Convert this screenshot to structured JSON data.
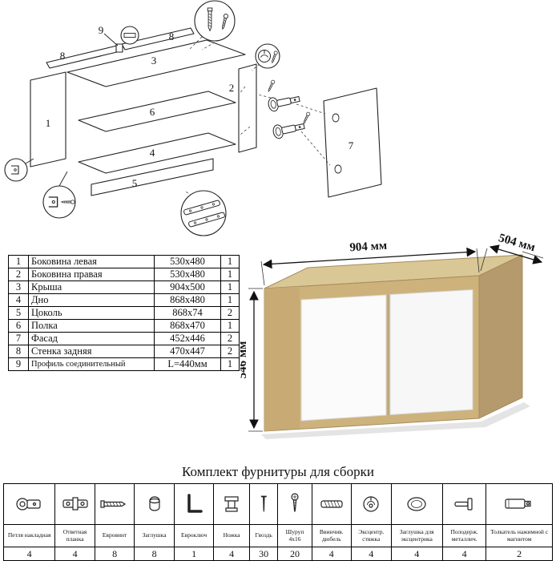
{
  "diagram": {
    "labels": {
      "p1": "1",
      "p2": "2",
      "p3": "3",
      "p4": "4",
      "p5": "5",
      "p6": "6",
      "p7": "7",
      "p8a": "8",
      "p8b": "8",
      "p9": "9"
    }
  },
  "parts_table": {
    "rows": [
      {
        "num": "1",
        "name": "Боковина левая",
        "size": "530x480",
        "qty": "1"
      },
      {
        "num": "2",
        "name": "Боковина правая",
        "size": "530x480",
        "qty": "1"
      },
      {
        "num": "3",
        "name": "Крыша",
        "size": "904x500",
        "qty": "1"
      },
      {
        "num": "4",
        "name": "Дно",
        "size": "868x480",
        "qty": "1"
      },
      {
        "num": "5",
        "name": "Цоколь",
        "size": "868x74",
        "qty": "2"
      },
      {
        "num": "6",
        "name": "Полка",
        "size": "868x470",
        "qty": "1"
      },
      {
        "num": "7",
        "name": "Фасад",
        "size": "452x446",
        "qty": "2"
      },
      {
        "num": "8",
        "name": "Стенка задняя",
        "size": "470x447",
        "qty": "2"
      },
      {
        "num": "9",
        "name": "Профиль соединительный",
        "size": "L=440мм",
        "qty": "1"
      }
    ]
  },
  "cabinet": {
    "width_label": "904 мм",
    "depth_label": "504 мм",
    "height_label": "546 мм",
    "carcass_color": "#cdb27c",
    "top_color": "#dac796",
    "side_color": "#b49a6c",
    "door_color": "#fbfbfb"
  },
  "hardware": {
    "title": "Комплект фурнитуры для сборки",
    "items": [
      {
        "name": "Петля накладная",
        "qty": "4",
        "icon": "hinge-icon"
      },
      {
        "name": "Ответная планка",
        "qty": "4",
        "icon": "strike-plate-icon"
      },
      {
        "name": "Евровинт",
        "qty": "8",
        "icon": "euroscrew-icon"
      },
      {
        "name": "Заглушка",
        "qty": "8",
        "icon": "cap-icon"
      },
      {
        "name": "Евроключ",
        "qty": "1",
        "icon": "hexkey-icon"
      },
      {
        "name": "Ножка",
        "qty": "4",
        "icon": "foot-icon"
      },
      {
        "name": "Гвоздь",
        "qty": "30",
        "icon": "nail-icon"
      },
      {
        "name": "Шуруп 4x16",
        "qty": "20",
        "icon": "screw-icon"
      },
      {
        "name": "Ввинчив. дюбель",
        "qty": "4",
        "icon": "threaded-dowel-icon"
      },
      {
        "name": "Эксцентр. стяжка",
        "qty": "4",
        "icon": "cam-lock-icon"
      },
      {
        "name": "Заглушка для эксцентрика",
        "qty": "4",
        "icon": "cam-cap-icon"
      },
      {
        "name": "Полодерж. металлич.",
        "qty": "4",
        "icon": "shelf-support-icon"
      },
      {
        "name": "Толкатель нажимной с магнитом",
        "qty": "2",
        "icon": "push-latch-icon"
      }
    ]
  }
}
